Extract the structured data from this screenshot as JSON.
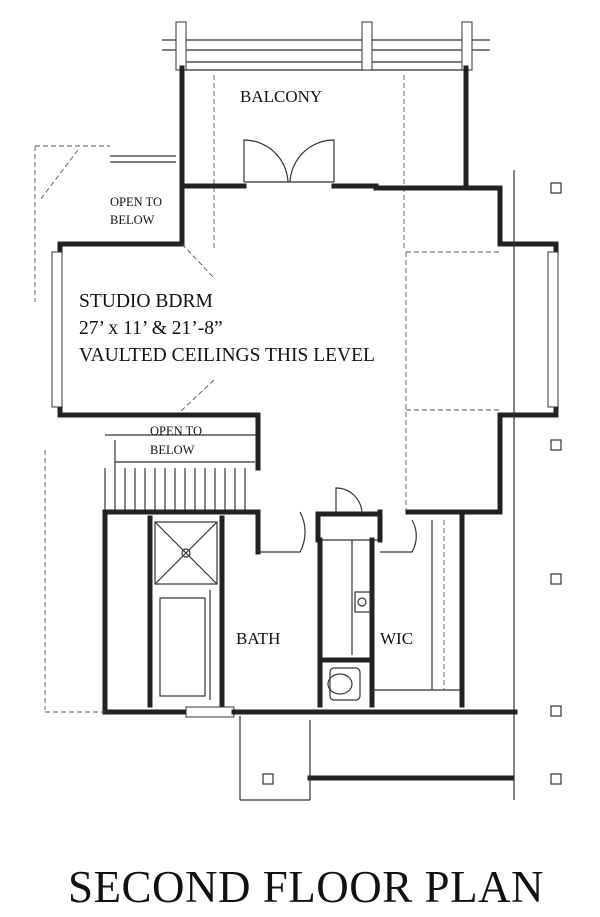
{
  "labels": {
    "balcony": "BALCONY",
    "open_below_top_line1": "OPEN TO",
    "open_below_top_line2": "BELOW",
    "studio_line1": "STUDIO BDRM",
    "studio_line2": "27’ x 11’ & 21’-8”",
    "studio_line3": "VAULTED CEILINGS THIS LEVEL",
    "open_below_bottom_line1": "OPEN TO",
    "open_below_bottom_line2": "BELOW",
    "bath": "BATH",
    "wic": "WIC",
    "title": "SECOND FLOOR PLAN"
  }
}
